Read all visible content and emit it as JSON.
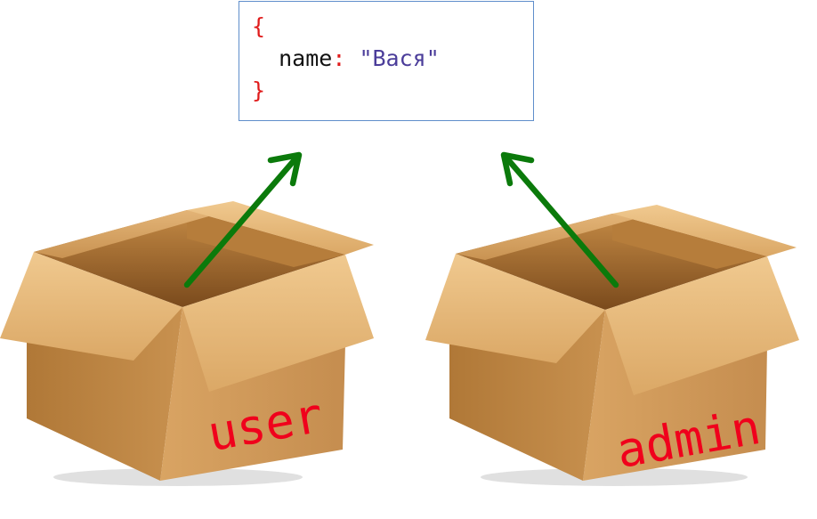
{
  "object": {
    "open_brace": "{",
    "key": "name",
    "colon": ":",
    "value": "\"Вася\"",
    "close_brace": "}"
  },
  "variables": [
    {
      "label": "user"
    },
    {
      "label": "admin"
    }
  ],
  "colors": {
    "arrow": "#0b7a0b",
    "label": "#f0001c",
    "box_border": "#5f8ecb"
  }
}
